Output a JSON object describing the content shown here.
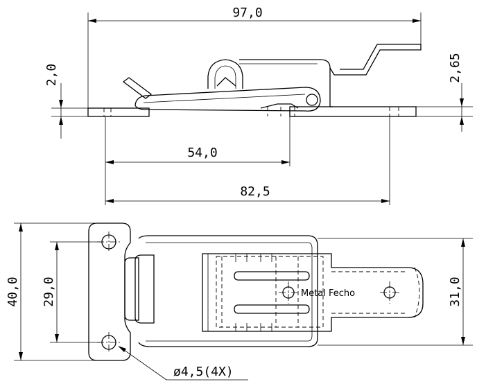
{
  "top_view": {
    "dim_overall_length": "97,0",
    "dim_base_thickness": "2,0",
    "dim_keeper_thickness": "2,65",
    "dim_hole_spacing_short": "54,0",
    "dim_hole_spacing_long": "82,5"
  },
  "plan_view": {
    "dim_overall_height": "40,0",
    "dim_hole_spacing_vertical": "29,0",
    "dim_keeper_width": "31,0",
    "dim_hole_callout": "ø4,5(4X)",
    "brand_text": "Metal Fecho"
  }
}
